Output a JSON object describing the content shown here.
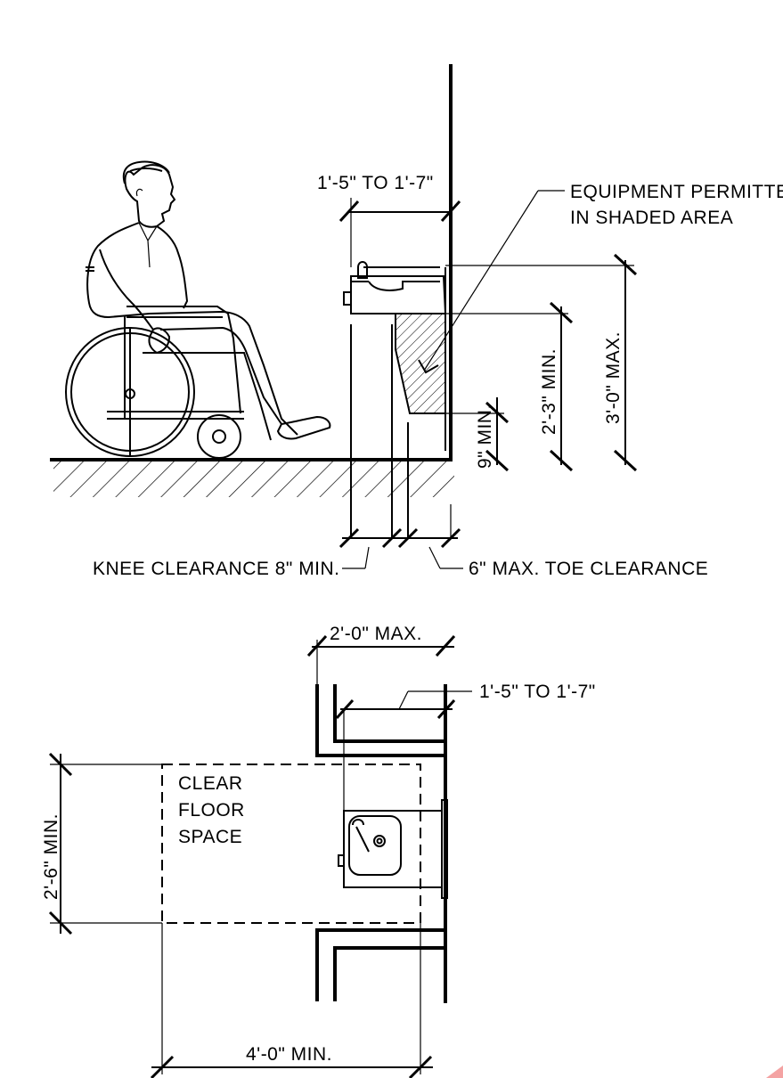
{
  "elevation": {
    "dim_top": "1'-5\" TO 1'-7\"",
    "callout_line1": "EQUIPMENT PERMITTED",
    "callout_line2": "IN SHADED AREA",
    "dim_227": "2'-3\" MIN.",
    "dim_30": "3'-0\" MAX.",
    "dim_9": "9\" MIN.",
    "knee_clearance": "KNEE CLEARANCE 8\" MIN.",
    "toe_clearance": "6\" MAX. TOE CLEARANCE"
  },
  "plan": {
    "dim_alcove_width": "2'-0\" MAX.",
    "dim_depth": "1'-5\" TO 1'-7\"",
    "clear_floor_line1": "CLEAR",
    "clear_floor_line2": "FLOOR",
    "clear_floor_line3": "SPACE",
    "dim_26": "2'-6\" MIN.",
    "dim_40": "4'-0\" MIN."
  }
}
